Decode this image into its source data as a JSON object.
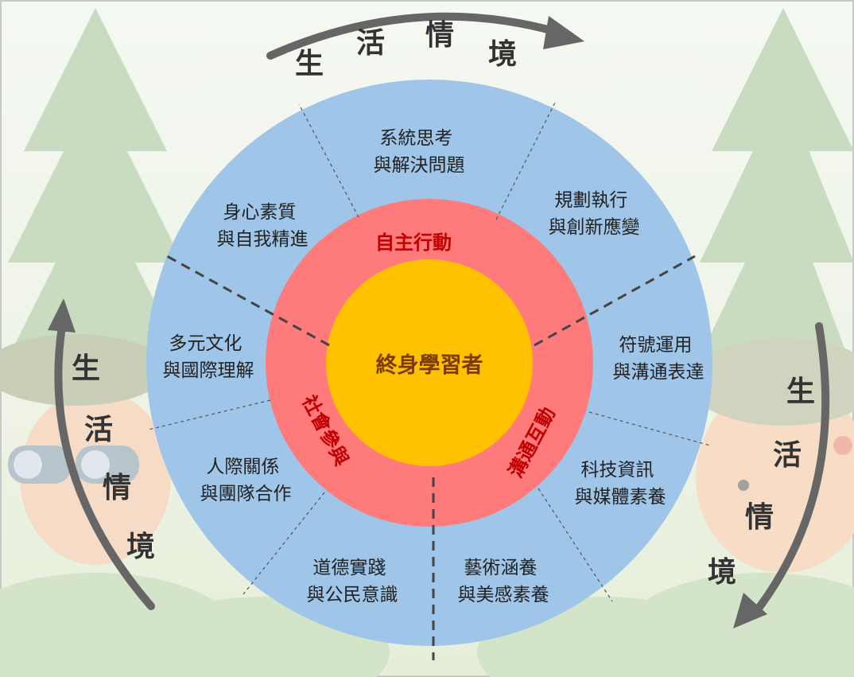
{
  "center_label": "終身學習者",
  "dimensions": {
    "self_action": "自主行動",
    "communication": "溝通互動",
    "social": "社會參與"
  },
  "competencies": {
    "systems_thinking": [
      "系統思考",
      "與解決問題"
    ],
    "planning": [
      "規劃執行",
      "與創新應變"
    ],
    "symbols": [
      "符號運用",
      "與溝通表達"
    ],
    "tech_media": [
      "科技資訊",
      "與媒體素養"
    ],
    "arts": [
      "藝術涵養",
      "與美感素養"
    ],
    "ethics": [
      "道德實踐",
      "與公民意識"
    ],
    "relations": [
      "人際關係",
      "與團隊合作"
    ],
    "culture": [
      "多元文化",
      "與國際理解"
    ],
    "wellbeing": [
      "身心素質",
      "與自我精進"
    ]
  },
  "life_context": {
    "top": [
      "生",
      "活",
      "情",
      "境"
    ],
    "left": [
      "生",
      "活",
      "情",
      "境"
    ],
    "right": [
      "生",
      "活",
      "情",
      "境"
    ]
  },
  "colors": {
    "outer_ring": "#9fc5e8",
    "middle_ring": "#ff7a7a",
    "core": "#ffc000",
    "dimension_text": "#c00000",
    "arrow": "#666666"
  }
}
